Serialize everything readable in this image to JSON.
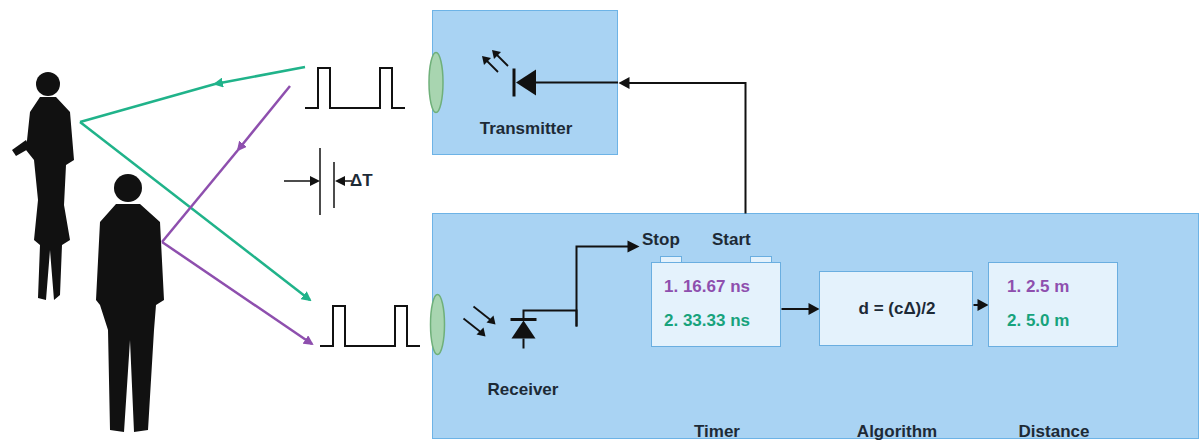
{
  "diagram": {
    "nodes": [
      {
        "text": [
          "Transmitter"
        ]
      },
      {
        "text": [
          "Receiver"
        ]
      },
      {
        "text": [
          "Stop",
          "Start",
          "1. 16.67 ns",
          "2. 33.33 ns",
          "Timer"
        ],
        "in": 1
      },
      {
        "text": [
          "d = (cΔ)/2",
          "Algorithm"
        ],
        "in": 1
      },
      {
        "text": [
          "1. 2.5 m",
          "2. 5.0 m",
          "Distance"
        ],
        "in": 1
      }
    ],
    "edges": [
      {
        "from": 1,
        "to": 0,
        "arrow": "to"
      },
      {
        "from": 2,
        "to": 3,
        "arrow": "to"
      },
      {
        "from": 3,
        "to": 4,
        "arrow": "to"
      }
    ],
    "labels": [
      "ΔT"
    ]
  }
}
